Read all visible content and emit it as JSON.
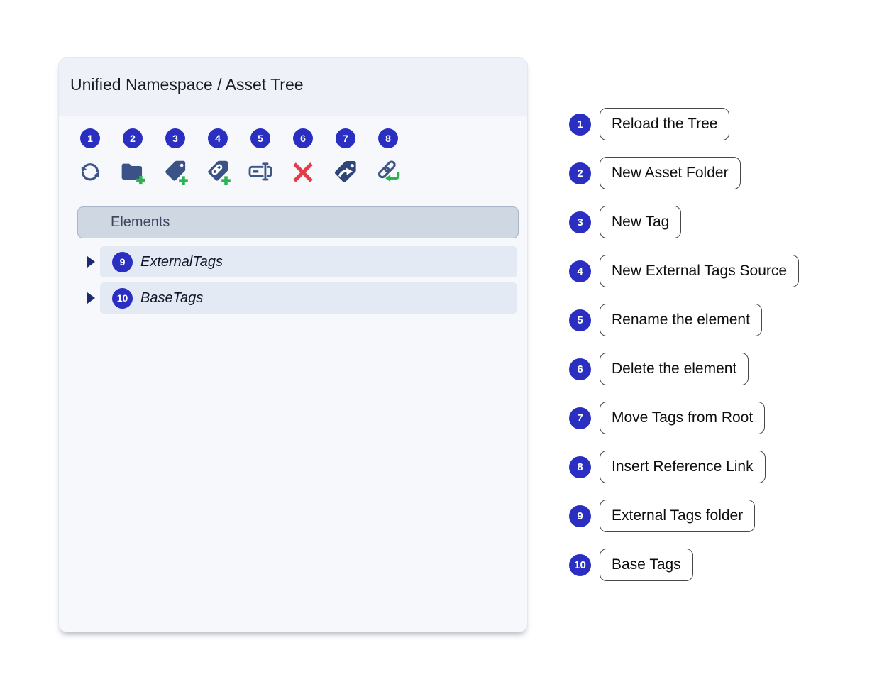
{
  "panel": {
    "title": "Unified Namespace / Asset Tree",
    "toolbar": {
      "items": [
        {
          "number": "1",
          "icon": "reload-icon"
        },
        {
          "number": "2",
          "icon": "new-asset-folder-icon"
        },
        {
          "number": "3",
          "icon": "new-tag-icon"
        },
        {
          "number": "4",
          "icon": "new-external-tags-source-icon"
        },
        {
          "number": "5",
          "icon": "rename-icon"
        },
        {
          "number": "6",
          "icon": "delete-icon"
        },
        {
          "number": "7",
          "icon": "move-tags-icon"
        },
        {
          "number": "8",
          "icon": "insert-reference-link-icon"
        }
      ]
    },
    "tree": {
      "header": "Elements",
      "items": [
        {
          "number": "9",
          "label": "ExternalTags"
        },
        {
          "number": "10",
          "label": "BaseTags"
        }
      ]
    }
  },
  "legend": {
    "items": [
      {
        "number": "1",
        "label": "Reload the Tree"
      },
      {
        "number": "2",
        "label": "New Asset Folder"
      },
      {
        "number": "3",
        "label": "New Tag"
      },
      {
        "number": "4",
        "label": "New External Tags Source"
      },
      {
        "number": "5",
        "label": "Rename the element"
      },
      {
        "number": "6",
        "label": "Delete the element"
      },
      {
        "number": "7",
        "label": "Move Tags from Root"
      },
      {
        "number": "8",
        "label": "Insert Reference Link"
      },
      {
        "number": "9",
        "label": "External Tags folder"
      },
      {
        "number": "10",
        "label": "Base Tags"
      }
    ]
  },
  "colors": {
    "badge_blue": "#2b2fc1",
    "icon_solid_blue": "#3a5286",
    "icon_stroke_blue": "#3d5588",
    "tag_navy": "#2f4577",
    "plus_green": "#2bb351",
    "delete_red": "#e53c47",
    "panel_header_bg": "#eef1f8",
    "panel_body_bg": "#f6f8fc",
    "elements_bar_bg": "#cfd7e3",
    "tree_row_bg": "#e4eaf3",
    "expander_navy": "#1d2b6e"
  }
}
